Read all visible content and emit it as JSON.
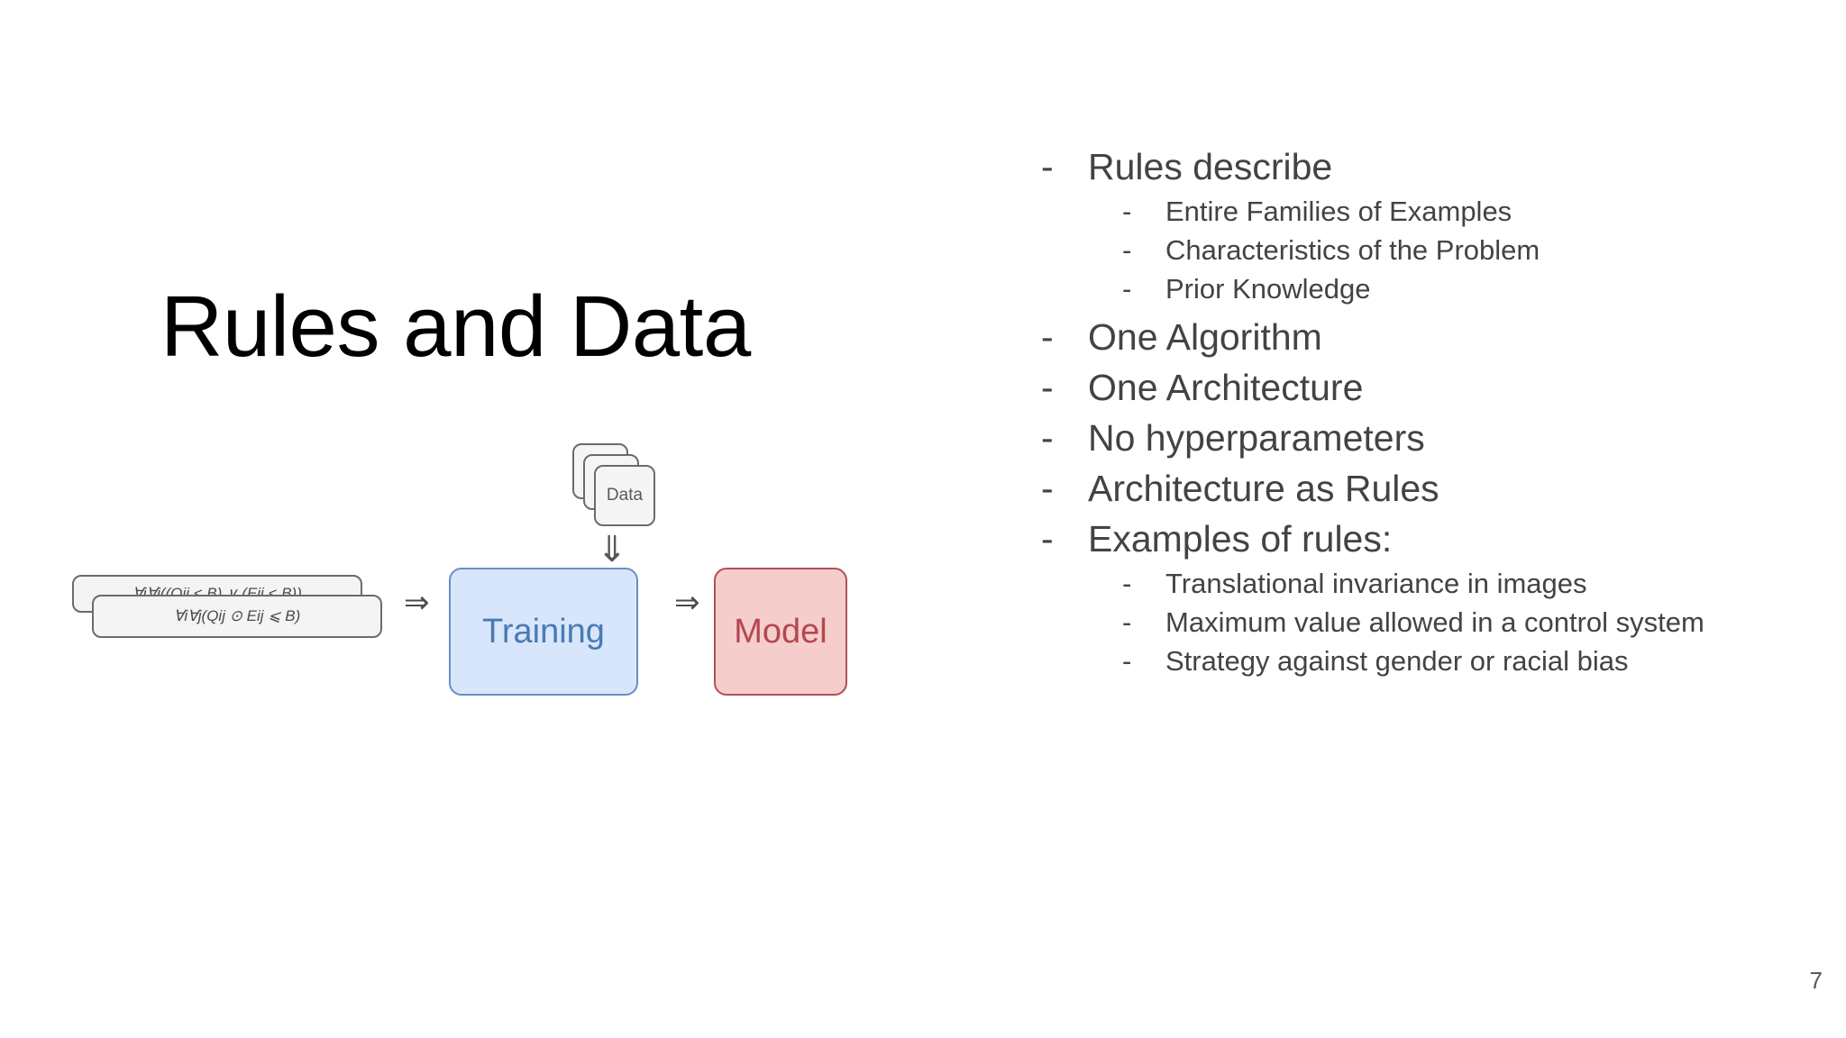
{
  "slide": {
    "title": "Rules and Data",
    "page_number": "7",
    "background_color": "#ffffff",
    "text_color": "#434343"
  },
  "diagram": {
    "data_icon": {
      "label": "Data",
      "icon": "document-stack-icon",
      "fill_color": "#f5f5f5",
      "border_color": "#6b6b6b"
    },
    "down_arrow": "⇓",
    "formulas": {
      "back": "∀i∀j((Qij < B) ∨ (Eij < B))",
      "front": "∀i∀j(Qij ⊙ Eij ⩽ B)",
      "fill_color": "#f4f4f4",
      "border_color": "#6b6b6b"
    },
    "arrow_1": "⇒",
    "arrow_2": "⇒",
    "training": {
      "label": "Training",
      "fill_color": "#d7e6fa",
      "border_color": "#6a8ec7",
      "text_color": "#4a7ab5"
    },
    "model": {
      "label": "Model",
      "fill_color": "#f6cdcd",
      "border_color": "#b35055",
      "text_color": "#b3484e"
    }
  },
  "bullets": {
    "dash": "-",
    "items": [
      {
        "label": "Rules describe",
        "children": [
          "Entire Families of Examples",
          "Characteristics of the Problem",
          "Prior Knowledge"
        ]
      },
      {
        "label": "One Algorithm",
        "children": []
      },
      {
        "label": "One Architecture",
        "children": []
      },
      {
        "label": "No hyperparameters",
        "children": []
      },
      {
        "label": "Architecture as Rules",
        "children": []
      },
      {
        "label": "Examples of rules:",
        "children": [
          "Translational invariance in images",
          "Maximum value allowed in a control system",
          "Strategy against gender or racial bias"
        ]
      }
    ]
  }
}
